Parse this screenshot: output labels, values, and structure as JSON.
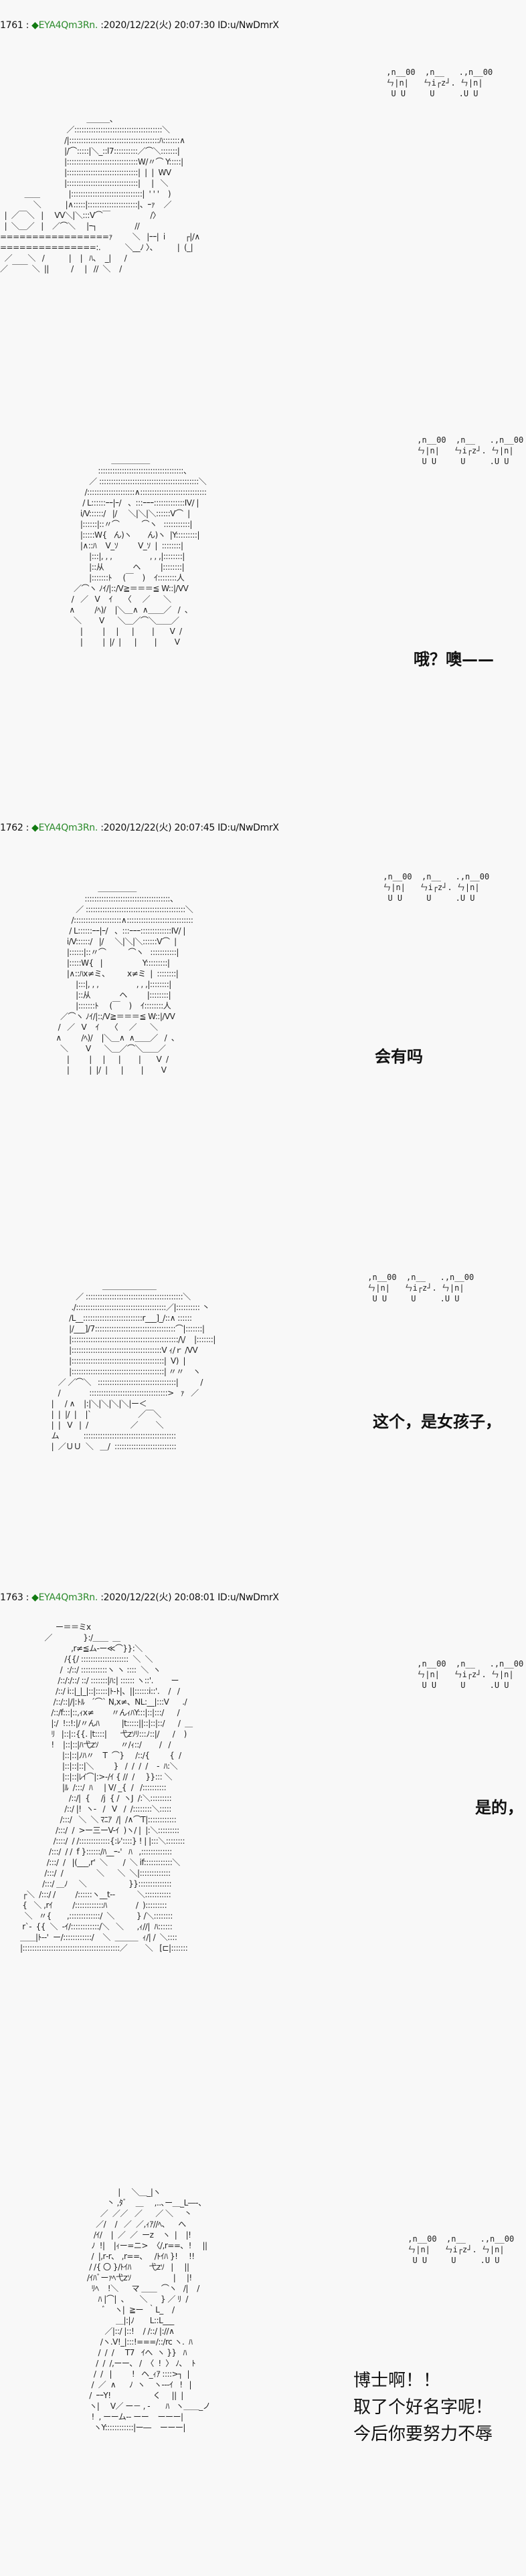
{
  "posts": [
    {
      "number": "1761",
      "sep": " : ",
      "trip_mark": "◆",
      "trip": "EYA4Qm3Rn.",
      "meta": " :2020/12/22(火) 20:07:30 ID:u/NwDmrX"
    },
    {
      "number": "1762",
      "sep": " : ",
      "trip_mark": "◆",
      "trip": "EYA4Qm3Rn.",
      "meta": " :2020/12/22(火) 20:07:45 ID:u/NwDmrX"
    },
    {
      "number": "1763",
      "sep": " : ",
      "trip_mark": "◆",
      "trip": "EYA4Qm3Rn.",
      "meta": " :2020/12/22(火) 20:08:01 ID:u/NwDmrX"
    }
  ],
  "cows": " ,n__00  ,n__   .,n__00\n ㄣ|n|   ㄣi┌z┘. ㄣ|n|\n  U U     U     .U U",
  "dialogue": {
    "line1": "哦？噢——",
    "line2": "会有吗",
    "line3": "这个，是女孩子，",
    "line4": "是的，",
    "line5": [
      "博士啊！！",
      "取了个好名字呢！",
      "今后你要努力不辱"
    ]
  },
  "art": {
    "a1": "                                       ＿＿＿、\n                              ／:::::::::::::::::::::::::::::::::::::＼\n                             /|::::::::::::::::::::::::::::::::::::::ﾊ:::::::∧\n                             |/⌒:::::|＼_::l7::::::::::／⌒＼:::::::|\n                             |::::::::::::::::::::::::::::::W/〃⌒ Y:::::|\n                             |::::::::::::::::::::::::::::::|  |  |  WV\n                             |::::::::::::::::::::::::::::::|     |   ＼\n           ＿＿             |::::::::::::::::::::::::::::::|  ' ' '    )\n               ＼           |∧:::::|:::::::::::::::::::::|、ｰｧ    ／\n  |  ／￣＼   |     VV＼|＼:::V⌒￣                  /〉\n  |  ＼＿／   |    ／⌒＼     |ｰ┐                 //\n=================ｧ         ＼   |ｰｰ|  i         ┌|/∧\n===============:.           ＼__ﾉ 〉、         |  (_|\n  ／       ＼   /           |    |   ﾊ、  _|      /\n／  ￣￣  ＼  ||          /     |   //  ＼    /",
    "a2": "                    ＿＿＿＿＿\n              ::::::::::::::::::::::::::::::::::::、\n          ／ ::::::::::::::::::::::::::::::::::::::::::＼\n        /::::::::::::::::::::∧::::::::::::::::::::::::::::\n       / L::::::ｰｰ|ｰ/   、:::ｰｰｰ:::::::::::::IV/ |\n      i/V::::::/   |/     ＼|＼|＼::::::V⌒  |\n      |::::::|::〃⌒          ⌒ヽ   :::::::::::|\n      |:::::W{   ん)ヽ       ん)ヽ  |Y:::::::::|\n      |∧::ﾊ    V_ｿ         V_ｿ  |  ::::::::|\n          |:::|, , ,                 , , ,|::::::::|\n          |::从             ヘ         |::::::::|\n          |:::::::ﾄ     (￣    )    ｲ::::::::人\n   ／⌒ヽ ﾉｲ/|::/V≧＝＝＝≦ W::|/VV\n  /   ／   V    ｲ     〈     ／      ＼\n ∧         /ﾍ)/    |＼＿∧  ∧＿＿／   /  、\n   ＼        V      ＼＿／⌒＼＿＿／\n      |         |     |      |        |       V  /\n      |         |  |/  |      |        |        V",
    "a3": "                    ＿＿＿＿＿\n              ::::::::::::::::::::::::::::::::::::、\n          ／ ::::::::::::::::::::::::::::::::::::::::::＼\n        /::::::::::::::::::::∧::::::::::::::::::::::::::::\n       / L::::::ｰｰ|ｰ/   、:::ｰｰｰ:::::::::::::IV/ |\n      i/V::::::/   |/     ＼|＼|＼::::::V⌒  |\n      |::::::|::〃⌒          ⌒ヽ   :::::::::::|\n      |:::::W{   |                  Y:::::::::|\n      |∧::ﾊx≠ミ、        x≠ミ  |  ::::::::|\n          |:::|, , ,                 , , ,|::::::::|\n          |::从             ヘ         |::::::::|\n          |:::::::ﾄ     (￣    )    ｲ::::::::人\n   ／⌒ヽ ﾉｲ/|::/V≧＝＝＝≦ W::|/VV\n  /   ／   V    ｲ     〈     ／      ＼\n ∧         /ﾍ)/    |＼＿∧  ∧＿＿／   /  、\n   ＼        V      ＼＿／⌒＼＿＿／\n      |         |     |      |        |       V  /\n      |         |  |/  |      |        |        V",
    "a4": "                         ＿＿＿＿＿＿＿\n             ／ :::::::::::::::::::::::::::::::::::::::::＼\n           ./::::::::::::::::::::::::::::::::::::::／|:::::::::: 丶\n          /L__:::::::::::::::::::::::::r___]_/::∧ ::::::\n          |/___]/7::::::::::::::::::::::::::::::::::⌒|:::::::|\n          |:::::::::::::::::::::::::::::::::::::::::::::/\\/    |:::::::|\n          |::::::::::::::::::::::::::::::::::::::V ｨ/ｒ /VV\n          |:::::::::::::::::::::::::::::::::::::::|  V)  |\n          |:::::::::::::::::::::::::::::::::::::::| 〃〃    ヽ\n     ／ ／⌒＼   :::::::::::::::::::::::::::::::::|          /\n     /             :::::::::::::::::::::::::::::::::>   ｧ   ／\n  |     / ∧    |:|＼|＼|＼|＼|ー＜\n  |  |  |/  |    |`                     ／￣＼\n  |  |   V   |  /                   ／        ＼\n  ム           :::::::::::::::::::::::::::::::::::::::\n  |  ／ＵＵ  ＼   ＿/  ::::::::::::::::::::::::::",
    "a5": "                   ー＝＝ミx\n              ／              }:/＿＿  ＿\n                          ,r≠≦ム-ー≪⌒}}:＼\n                       /{{/ ::::::::::::::::::::  ＼  ＼\n                     /  :/::/ :::::::::::ヽ ヽ ::::  ＼  ヽ\n                    /::/:/::/ ::/ :::::::|ﾊ:| :::::: ヽ::'.        ー\n                   /::/ i::|_|_|::|:::::|ﾄ-ﾄ|、||::::::i::'.    /   /\n                  /::/::|/|:ﾄﾙ   ´⌒` N,x≠、NL:__|:::V      ./\n                 /::/f:::|::,ｨx≠        〃んｨﾊY:::|::|:::/      /\n                 |:/  !::!:|/〃んﾊ          |t:::::||::|::|::/      /  ＿\n                 ﾘ   |::|::{{. |t::::|      弋zｿﾘ:::ﾉ::|/      /    )\n                 !    |::|::|ﾊ弋zｿ          〃/ｨ::/        /   /\n                      |::|::|ﾉﾊ〃    T  ⌒}     /::/{         {  /\n                      |::|::|::|＼         }   /  /  /  /    -  ﾊ:＼\n                      |::|::|ﾚｲ⌒|:>-/ｲ { //  /     }}::: ＼\n                      |ﾙ  /:::/  ﾊ     | V/ _{  /   /::::::::::\n                         /::/|  {     /j  { /  ヽJ  /:＼:::::::::\n                       /::/ |!  ヽ-   /   V   /  /::::::::＼:::::\n                     /:::/   ＼  ＼ ﾏﾆｱ  /|  /∧⌒T|::::::::::::\n                   /:::/  /  >ー三ーV-ｲ  )ヽ/ |  |:＼:::::::::\n                  /::::/  / /:::::::::::::{:ﾚ'::::} ! | |:::＼::::::::\n                /:::/  / /  f }::::::/ﾊ__ｰ-'   ﾊ   ,:::::::::::::\n               /:::/  /   |(___,r'  ＼       /  ＼ if::::::::::::＼\n              /:::/  /               ＼      ＼  ＼|:::::::::::::\n             /:::/ ＿ﾉ     ＼                   }}::::::::::::::\n    ┌＼  /:::/ /         /::::::ヽ__t--          ＼:::::::::::\n    {   ＼ ,rｲ         /::::::::::::ﾊ             /  ):::::::::\n     ＼   〃{       ,:::::::::::::/  ＼          } /＼::::::::\n    r`-  {{  ＼  -ｲ/::::::::::::/＼   ＼      ,ｨ//|  ﾊ::::::\n   ＿＿|ﾄ--'  ー/::::::::::::/    ＼  ＿＿＿  ｨ/| /  ＼::::\n   |:::::::::::::::::::::::::::::::::::::::::／        ＼   [⊏|:::::::",
    "a6": "                    |     ＼＿_|ヽ\n               丶 ,ﾀﾞ    ＿     ,..､ー＿_L―-、\n            ／  ／／   ／      ／ ＼     丶\n          ／/    /   ／  ／,ｨｱ//ﾍ、    へ\n         /ｲ/    |  ／  ／  ーz    ヽ  |    |!\n        ﾉ  !|    |ｨー=ニ>  〈/,r==､  !     ||\n        /  |,r‐r､   ,r==､     /ﾄｲﾊ }!     !!\n       / /{ 〇 }/ﾄｲﾊ        弋zｿ   |     ||\n      /ｲﾊﾞーｧﾍ弋zｿ                   |     |!\n        ﾘﾍ    !＼      マ ＿＿  ⌒ヽ   /|    /\n           ﾊ |⌒|  、     ＼      } ／ ﾘ  /\n             ﾞ    ヽ|  ≧ー  ｀L_    /\n                   ＿|:|ﾉ       L::L___\n              ／|::/ |::!    / /::/ |://∧\n            /ヽ.V!_|:::!===/::/rc ヽ.  ﾊ\n           /  /  /     T7   ｲへ  ヽ }}   ﾊ\n          /  /  /,ーー、 /  〈  !  〉 ﾉ､    ﾄ\n         /  /   |         !   ヘ_ｨｱ ::::>┐  |\n        /  ／  ∧      ﾉ  ヽ    ヽ---ｲ   !   |\n       /  ｰｰY!                   く     ||  |\n       ヽ|     V／ ー－ , -       ﾊ   ヽ＿＿_ノ\n        !  , ーーム-- ーー    ーーー|\n         ヽY::::::::::::|ー―    ーーー|"
  }
}
